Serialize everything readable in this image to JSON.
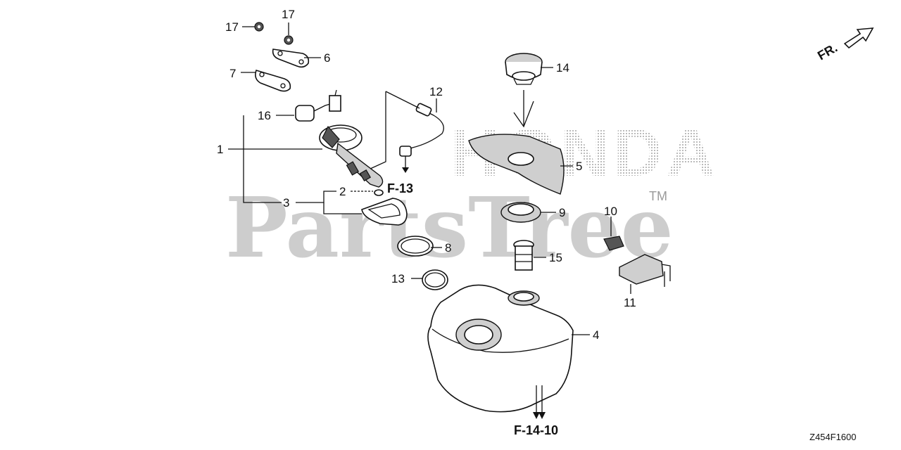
{
  "watermark": {
    "text": "PartsTree",
    "trademark": "TM"
  },
  "brand_logo": "HONDA",
  "front_indicator": "FR.",
  "drawing_code": "Z454F1600",
  "references": {
    "f13": "F-13",
    "f1410": "F-14-10"
  },
  "callouts": {
    "c1": "1",
    "c2": "2",
    "c3": "3",
    "c4": "4",
    "c5": "5",
    "c6": "6",
    "c7": "7",
    "c8": "8",
    "c9": "9",
    "c10": "10",
    "c11": "11",
    "c12": "12",
    "c13": "13",
    "c14": "14",
    "c15": "15",
    "c16": "16",
    "c17a": "17",
    "c17b": "17"
  },
  "icons": [
    "front-arrow-icon"
  ]
}
